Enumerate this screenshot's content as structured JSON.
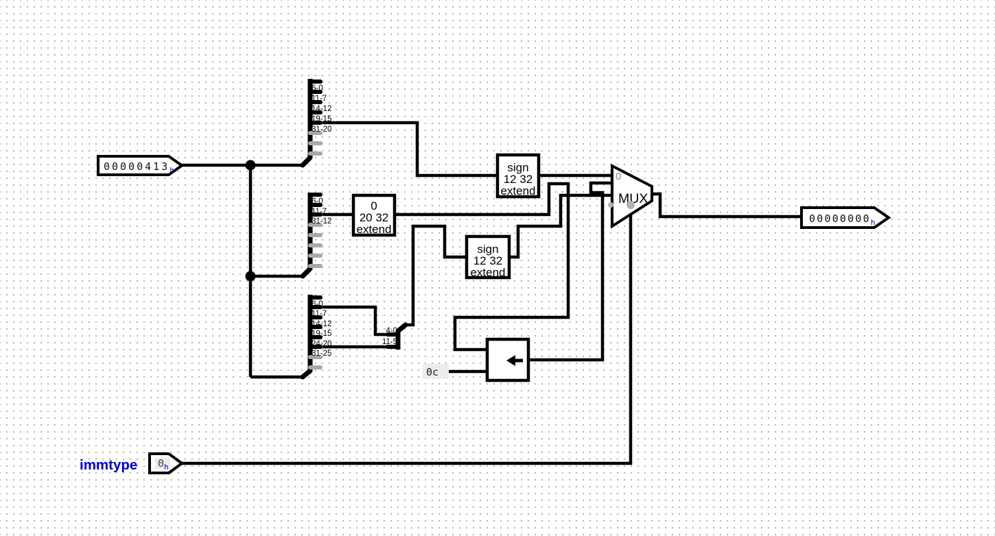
{
  "pins": {
    "instruction": {
      "value": "00000413",
      "radix": "h"
    },
    "immtype": {
      "label": "immtype",
      "value": "0",
      "radix": "h"
    },
    "output": {
      "value": "00000000",
      "radix": "h"
    }
  },
  "constants": {
    "shift_amount": "0c"
  },
  "blocks": {
    "sign_extend_top": {
      "line1": "sign",
      "line2": "12 32",
      "line3": "extend"
    },
    "zero_extend": {
      "line1": "0",
      "line2": "20 32",
      "line3": "extend"
    },
    "sign_extend_mid": {
      "line1": "sign",
      "line2": "12 32",
      "line3": "extend"
    },
    "mux": {
      "label": "MUX",
      "input0_marker": "0"
    }
  },
  "splitters": {
    "top": {
      "labels": [
        "6-0",
        "11-7",
        "14-12",
        "19-15",
        "31-20"
      ]
    },
    "middle": {
      "labels": [
        "6-0",
        "11-7",
        "31-12"
      ]
    },
    "bottom": {
      "labels": [
        "6-0",
        "11-7",
        "14-12",
        "19-15",
        "24-20",
        "31-25"
      ]
    },
    "combiner": {
      "labels": [
        "4-0",
        "11-5"
      ]
    }
  },
  "colors": {
    "wire": "#000000",
    "unused_stub": "#a8a8a8",
    "grid_dot": "#b9b9b9",
    "value_radix_blue": "#0000d6",
    "immtype_label_blue": "#0000cc",
    "mux_marker_gray": "#8a8a8a",
    "value_bg": "#ececec"
  }
}
